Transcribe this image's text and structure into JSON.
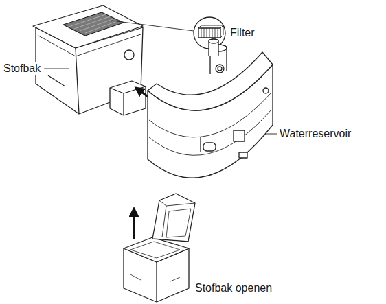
{
  "diagram": {
    "labels": [
      "Filter",
      "Stofbak",
      "Waterreservoir",
      "Stofbak openen"
    ]
  }
}
